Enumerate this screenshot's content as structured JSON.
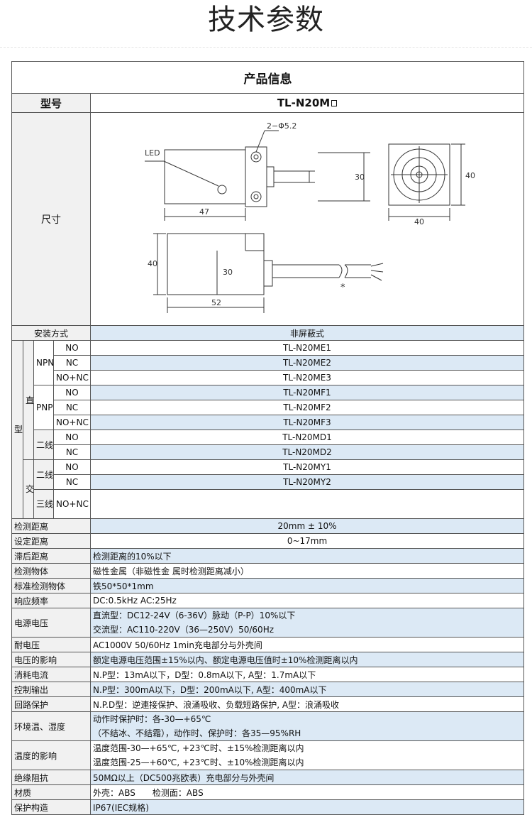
{
  "page": {
    "title": "技术参数"
  },
  "table": {
    "header": "产品信息",
    "model_label": "型号",
    "model_value": "TL-N20M",
    "dimension_label": "尺寸",
    "drawing": {
      "led": "LED",
      "hole_spec": "2−Φ5.2",
      "dim_30_side": "30",
      "dim_40_right_v": "40",
      "dim_47": "47",
      "dim_40_bottom": "40",
      "dim_40_left": "40",
      "dim_30_inner": "30",
      "dim_52": "52",
      "asterisk": "*"
    },
    "mount": {
      "label": "安装方式",
      "value": "非屏蔽式"
    },
    "models": {
      "outer_label": "型号",
      "dc_label": "直流型",
      "ac_label": "交流型",
      "npn": "NPN",
      "pnp": "PNP",
      "two_wire": "二线",
      "three_wire": "三线",
      "rows": [
        {
          "type": "NO",
          "model": "TL-N20ME1"
        },
        {
          "type": "NC",
          "model": "TL-N20ME2"
        },
        {
          "type": "NO+NC",
          "model": "TL-N20ME3"
        },
        {
          "type": "NO",
          "model": "TL-N20MF1"
        },
        {
          "type": "NC",
          "model": "TL-N20MF2"
        },
        {
          "type": "NO+NC",
          "model": "TL-N20MF3"
        },
        {
          "type": "NO",
          "model": "TL-N20MD1"
        },
        {
          "type": "NC",
          "model": "TL-N20MD2"
        },
        {
          "type": "NO",
          "model": "TL-N20MY1"
        },
        {
          "type": "NC",
          "model": "TL-N20MY2"
        },
        {
          "type": "NO+NC",
          "model": ""
        }
      ]
    },
    "specs": [
      {
        "label": "检测距离",
        "value": "20mm ± 10%",
        "align": "center"
      },
      {
        "label": "设定距离",
        "value": "0~17mm",
        "align": "center"
      },
      {
        "label": "滞后距离",
        "value": "检测距离的10%以下",
        "align": "left"
      },
      {
        "label": "检测物体",
        "value": "磁性金属（非磁性金 属时检测距离减小）",
        "align": "left"
      },
      {
        "label": "标准检测物体",
        "value": "铁50*50*1mm",
        "align": "left"
      },
      {
        "label": "响应频率",
        "value": "DC:0.5kHz AC:25Hz",
        "align": "left"
      }
    ],
    "power": {
      "label": "电源电压",
      "line1": "直流型：DC12-24V（6-36V）脉动（P-P）10%以下",
      "line2": "交流型：AC110-220V（36—250V）50/60Hz"
    },
    "specs2": [
      {
        "label": "耐电压",
        "value": "AC1000V 50/60Hz 1min充电部分与外壳间"
      },
      {
        "label": "电压的影响",
        "value": "额定电源电压范围±15%以内、额定电源电压值时±10%检测距离以内"
      },
      {
        "label": "消耗电流",
        "value": "N.P型：13mA以下，D型：0.8mA以下, A型：1.7mA以下"
      },
      {
        "label": "控制输出",
        "value": "N.P型：300mA以下，D型：200mA以下, A型：400mA以下"
      },
      {
        "label": "回路保护",
        "value": "N.P.D型：逆連接保护、浪涌吸收、负载短路保护, A型：浪涌吸收"
      }
    ],
    "ambient": {
      "label": "环境温、湿度",
      "line1": "动作时保护时：各-30—+65℃",
      "line2": "（不结冰、不结霜），动作时、保护时：各35—95%RH"
    },
    "temp_effect": {
      "label": "温度的影响",
      "line1": "温度范围-30—+65℃, +23℃时、±15%检测距离以内",
      "line2": "温度范围-25—+60℃, +23℃时、±10%检测距离以内"
    },
    "specs3": [
      {
        "label": "绝缘阻抗",
        "value": "50MΩ以上（DC500兆欧表）充电部分与外壳间"
      },
      {
        "label": "材质",
        "value": "外壳：ABS　　检测面：ABS"
      },
      {
        "label": "保护构造",
        "value": "IP67(IEC规格)"
      }
    ]
  }
}
